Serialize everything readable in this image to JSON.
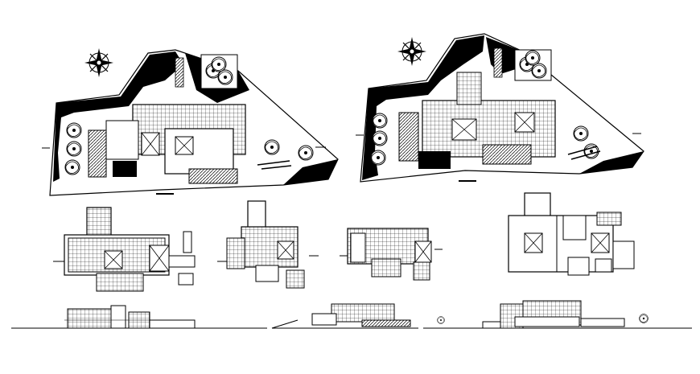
{
  "drawing": {
    "kind": "architectural-cad-sheet",
    "background_color": "#ffffff",
    "line_color": "#000000",
    "views": [
      {
        "name": "site-plan-left",
        "type": "site-plan"
      },
      {
        "name": "site-plan-right",
        "type": "site-plan"
      },
      {
        "name": "floor-plan-1",
        "type": "floor-plan"
      },
      {
        "name": "floor-plan-2",
        "type": "floor-plan"
      },
      {
        "name": "floor-plan-3",
        "type": "floor-plan"
      },
      {
        "name": "roof-plan",
        "type": "roof-plan"
      },
      {
        "name": "elevation-1",
        "type": "elevation"
      },
      {
        "name": "elevation-2",
        "type": "elevation"
      },
      {
        "name": "elevation-3",
        "type": "elevation"
      }
    ],
    "icons": [
      "north-arrow-icon",
      "tree-symbol-icon"
    ]
  }
}
